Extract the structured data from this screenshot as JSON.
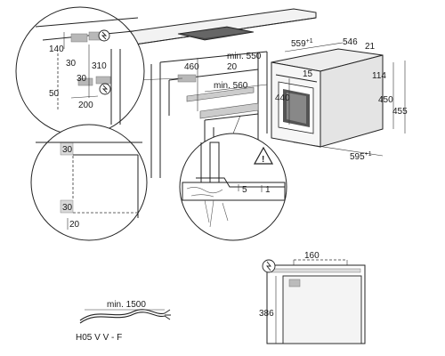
{
  "labels": {
    "d140": "140",
    "d30a": "30",
    "d310": "310",
    "d30b": "30",
    "d50": "50",
    "d200": "200",
    "d460": "460",
    "dmin550": "min. 550",
    "d20a": "20",
    "dmin560": "min. 560",
    "d15": "15",
    "d440": "440",
    "d559": "559",
    "d559sup": "+1",
    "d546": "546",
    "d21": "21",
    "d114": "114",
    "d450": "450",
    "d455": "455",
    "d595": "595",
    "d595sup": "+1",
    "d30c": "30",
    "d30d": "30",
    "d20b": "20",
    "d5": "5",
    "d1": "1",
    "d160": "160",
    "d386": "386",
    "dmin1500": "min. 1500",
    "cable": "H05 V V - F"
  },
  "icons": {
    "plug_symbol_1": "plug-socket-icon",
    "plug_symbol_2": "plug-socket-icon",
    "plug_symbol_3": "plug-socket-icon",
    "warning": "warning-triangle-icon"
  }
}
